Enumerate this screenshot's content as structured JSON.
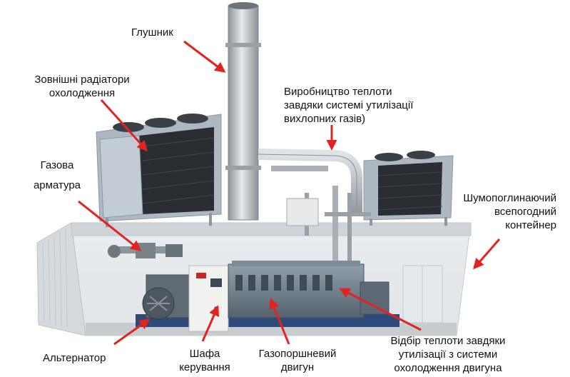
{
  "labels": {
    "muffler": "Глушник",
    "radiators_line1": "Зовнішні радіатори",
    "radiators_line2": "охолодження",
    "gas_line1": "Газова",
    "gas_line2": "арматура",
    "exhaust_line1": "Виробництво теплоти",
    "exhaust_line2": "завдяки системі утилізації",
    "exhaust_line3": "вихлопних газів)",
    "container_line1": "Шумопоглинаючий",
    "container_line2": "всепогодний",
    "container_line3": "контейнер",
    "alternator": "Альтернатор",
    "cabinet_line1": "Шафа",
    "cabinet_line2": "керування",
    "engine_line1": "Газопоршневий",
    "engine_line2": "двигун",
    "coolant_line1": "Відбір теплоти завдяки",
    "coolant_line2": "утилізації з системи",
    "coolant_line3": "охолодження двигуна"
  },
  "colors": {
    "arrow": "#e32222",
    "container_glass": "#dfe3e6",
    "radiator_frame": "#aeb8c2",
    "radiator_grille": "#2a2e33",
    "engine": "#6f7f8c",
    "steel": "#b9bec3",
    "base": "#2d4a7a"
  }
}
